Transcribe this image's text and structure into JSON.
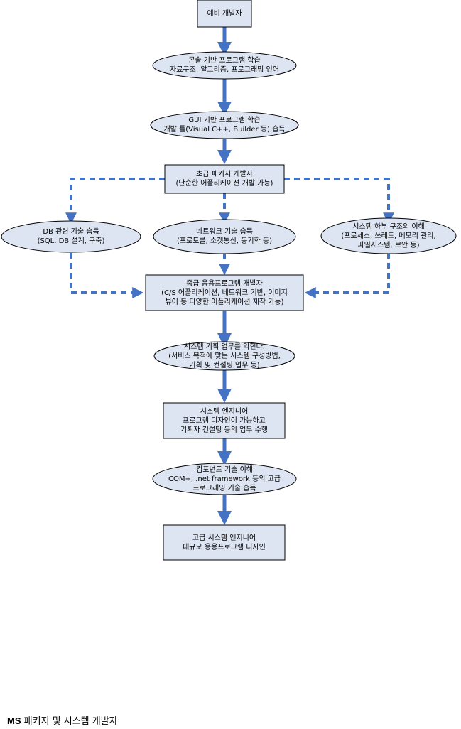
{
  "nodes": {
    "n1": {
      "lines": [
        "예비 개발자"
      ]
    },
    "n2": {
      "lines": [
        "콘솔 기반 프로그램 학습",
        "자료구조, 알고리즘, 프로그래밍 언어"
      ]
    },
    "n3": {
      "lines": [
        "GUI 기반 프로그램 학습",
        "개발 툴(Visual C++, Builder 등) 습득"
      ]
    },
    "n4": {
      "lines": [
        "초급 패키지 개발자",
        "(단순한 어플리케이션 개발 가능)"
      ]
    },
    "n5": {
      "lines": [
        "DB 관련 기술 습득",
        "(SQL, DB 설계, 구축)"
      ]
    },
    "n6": {
      "lines": [
        "네트워크 기술 습득",
        "(프로토콜, 소켓통신, 동기화 등)"
      ]
    },
    "n7": {
      "lines": [
        "시스템 하부 구조의 이해",
        "(프로세스, 쓰레드, 메모리 관리,",
        "파일시스템, 보안 등)"
      ]
    },
    "n8": {
      "lines": [
        "중급 응용프로그램 개발자",
        "(C/S 어플리케이션, 네트워크 기반, 이미지",
        "뷰어 등 다양한 어플리케이션 제작 가능)"
      ]
    },
    "n9": {
      "lines": [
        "시스템 기획 업무를 익힌다.",
        "(서비스 목적에 맞는 시스템 구성방법,",
        "기획 및 컨설팅 업무 등)"
      ]
    },
    "n10": {
      "lines": [
        "시스템 엔지니어",
        "프로그램 디자인이 가능하고",
        "기획자 컨설팅 등의 업무 수행"
      ]
    },
    "n11": {
      "lines": [
        "컴포넌트 기술 이해",
        "COM+, .net framework 등의 고급",
        "프로그래밍 기술 습득"
      ]
    },
    "n12": {
      "lines": [
        "고급 시스템 엔지니어",
        "대규모 응용프로그램 디자인"
      ]
    }
  },
  "caption": {
    "prefix": "MS",
    "text": " 패키지 및 시스템 개발자"
  },
  "colors": {
    "arrow": "#4472c4",
    "box_fill": "#dde4f2",
    "border": "#000000"
  }
}
